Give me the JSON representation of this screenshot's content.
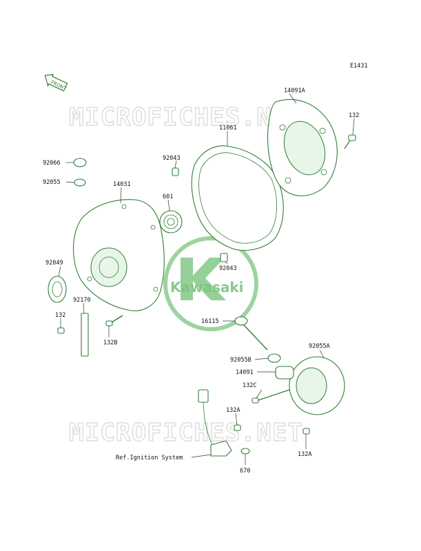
{
  "diagram_code": "E1431",
  "front_label": "FRONT",
  "watermark_text": "MICROFICHES.NET",
  "logo_text": "Kawasaki",
  "colors": {
    "part_stroke": "#2e7d32",
    "logo_green": "#7cc47f",
    "label": "#111111"
  },
  "parts": {
    "p14091A": "14091A",
    "p132_top": "132",
    "p11061": "11061",
    "p92043_top": "92043",
    "p92066": "92066",
    "p92055": "92055",
    "p14031": "14031",
    "p601": "601",
    "p92049": "92049",
    "p92043_mid": "92043",
    "p92170": "92170",
    "p132_left": "132",
    "p132B": "132B",
    "p16115": "16115",
    "p92055A": "92055A",
    "p92055B": "92055B",
    "p14091": "14091",
    "p132C": "132C",
    "p132A_left": "132A",
    "p132A_right": "132A",
    "p670": "670",
    "ref_ignition": "Ref.Ignition System"
  }
}
